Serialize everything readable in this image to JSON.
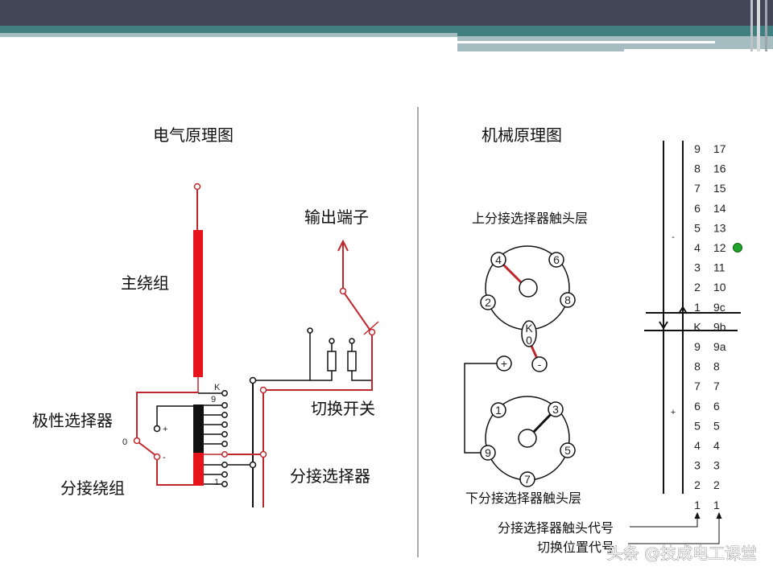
{
  "colors": {
    "header_dark": "#434656",
    "header_teal": "#3f7f80",
    "header_light": "#a5bcc0",
    "wire_red": "#c0272d",
    "winding_red": "#e8141b",
    "indicator_green": "#1fa32b"
  },
  "electrical": {
    "title": "电气原理图",
    "main_winding": "主绕组",
    "polarity_selector": "极性选择器",
    "tap_winding": "分接绕组",
    "output_terminal": "输出端子",
    "diverter_switch": "切换开关",
    "tap_selector": "分接选择器",
    "labels": {
      "k": "K",
      "nine": "9",
      "one": "1",
      "zero": "0",
      "plus": "+",
      "minus": "-"
    }
  },
  "mechanical": {
    "title": "机械原理图",
    "upper_layer": "上分接选择器触头层",
    "lower_layer": "下分接选择器触头层",
    "upper_contacts": [
      "4",
      "6",
      "2",
      "8"
    ],
    "k_contact": [
      "K",
      "0"
    ],
    "polarity_contacts": [
      "+",
      "-"
    ],
    "lower_contacts": [
      "1",
      "3",
      "5",
      "7",
      "9"
    ]
  },
  "position_table": {
    "minus_label": "-",
    "plus_label": "+",
    "rows": [
      [
        "9",
        "17"
      ],
      [
        "8",
        "16"
      ],
      [
        "7",
        "15"
      ],
      [
        "6",
        "14"
      ],
      [
        "5",
        "13"
      ],
      [
        "4",
        "12"
      ],
      [
        "3",
        "11"
      ],
      [
        "2",
        "10"
      ],
      [
        "1",
        "9c"
      ],
      [
        "K",
        "9b"
      ],
      [
        "9",
        "9a"
      ],
      [
        "8",
        "8"
      ],
      [
        "7",
        "7"
      ],
      [
        "6",
        "6"
      ],
      [
        "5",
        "5"
      ],
      [
        "4",
        "4"
      ],
      [
        "3",
        "3"
      ],
      [
        "2",
        "2"
      ],
      [
        "1",
        "1"
      ]
    ],
    "current_position_row": 5,
    "contact_code_label": "分接选择器触头代号",
    "switch_position_label": "切换位置代号"
  },
  "watermark": "头条 @技成电工课堂"
}
